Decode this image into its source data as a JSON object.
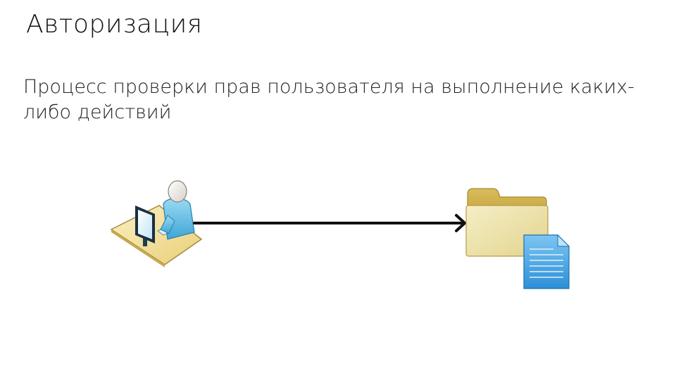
{
  "slide": {
    "title": "Авторизация",
    "body": "Процесс проверки прав пользователя на выполнение каких-либо действий"
  },
  "diagram": {
    "source_icon": "user-at-computer-icon",
    "target_icon": "folder-with-document-icon",
    "connector": "arrow-right",
    "colors": {
      "arrow": "#111111",
      "desk": "#f2e2a0",
      "person": "#6cc3e8",
      "folder": "#e6d98f",
      "document": "#4fa8e8"
    }
  }
}
